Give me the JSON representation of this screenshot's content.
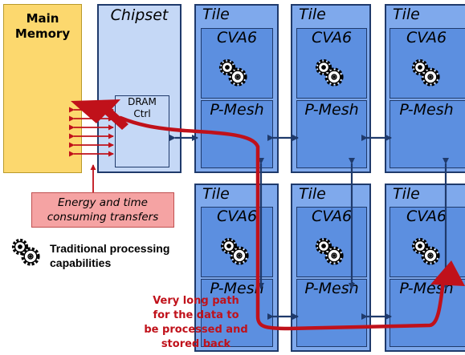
{
  "main_memory": {
    "label": "Main\nMemory"
  },
  "chipset": {
    "label": "Chipset",
    "dram_label": "DRAM\nCtrl"
  },
  "tiles": [
    {
      "label": "Tile",
      "core": "CVA6",
      "mesh": "P-Mesh"
    },
    {
      "label": "Tile",
      "core": "CVA6",
      "mesh": "P-Mesh"
    },
    {
      "label": "Tile",
      "core": "CVA6",
      "mesh": "P-Mesh"
    },
    {
      "label": "Tile",
      "core": "CVA6",
      "mesh": "P-Mesh"
    },
    {
      "label": "Tile",
      "core": "CVA6",
      "mesh": "P-Mesh"
    },
    {
      "label": "Tile",
      "core": "CVA6",
      "mesh": "P-Mesh"
    }
  ],
  "callout": {
    "text": "Energy and time\nconsuming transfers"
  },
  "legend": {
    "icon": "gears-icon",
    "text": "Traditional processing\ncapabilities"
  },
  "path_note": {
    "text": "Very long path\nfor the data to\nbe processed and\nstored back"
  },
  "colors": {
    "memory": "#fcd86e",
    "chipset": "#c5d8f6",
    "tile": "#7fa9ec",
    "core": "#5c8fe0",
    "border": "#1f3a6b",
    "data_path": "#c0111a"
  }
}
